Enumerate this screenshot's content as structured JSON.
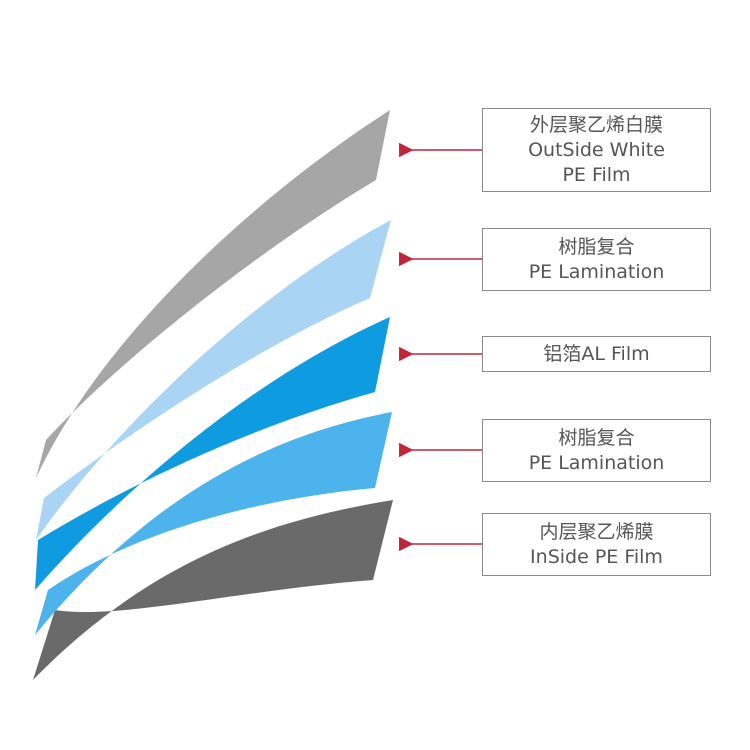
{
  "colors": {
    "outer_white_pe": "#a6a6a6",
    "pe_lamination_top": "#a9d4f3",
    "al_film": "#0e9be0",
    "pe_lamination_bottom": "#4cb3ec",
    "inner_pe": "#6a6a6a",
    "arrow": "#c0253a",
    "box_border": "#8a8a8a",
    "label_text": "#555555"
  },
  "layers": [
    {
      "id": "outer-white-pe",
      "label_lines": [
        "外层聚乙烯白膜",
        "OutSide  White",
        "PE Film"
      ]
    },
    {
      "id": "pe-lamination-1",
      "label_lines": [
        "树脂复合",
        "PE Lamination"
      ]
    },
    {
      "id": "al-film",
      "label_lines": [
        "铝箔AL Film"
      ]
    },
    {
      "id": "pe-lamination-2",
      "label_lines": [
        "树脂复合",
        "PE Lamination"
      ]
    },
    {
      "id": "inner-pe",
      "label_lines": [
        "内层聚乙烯膜",
        "InSide PE Film"
      ]
    }
  ]
}
